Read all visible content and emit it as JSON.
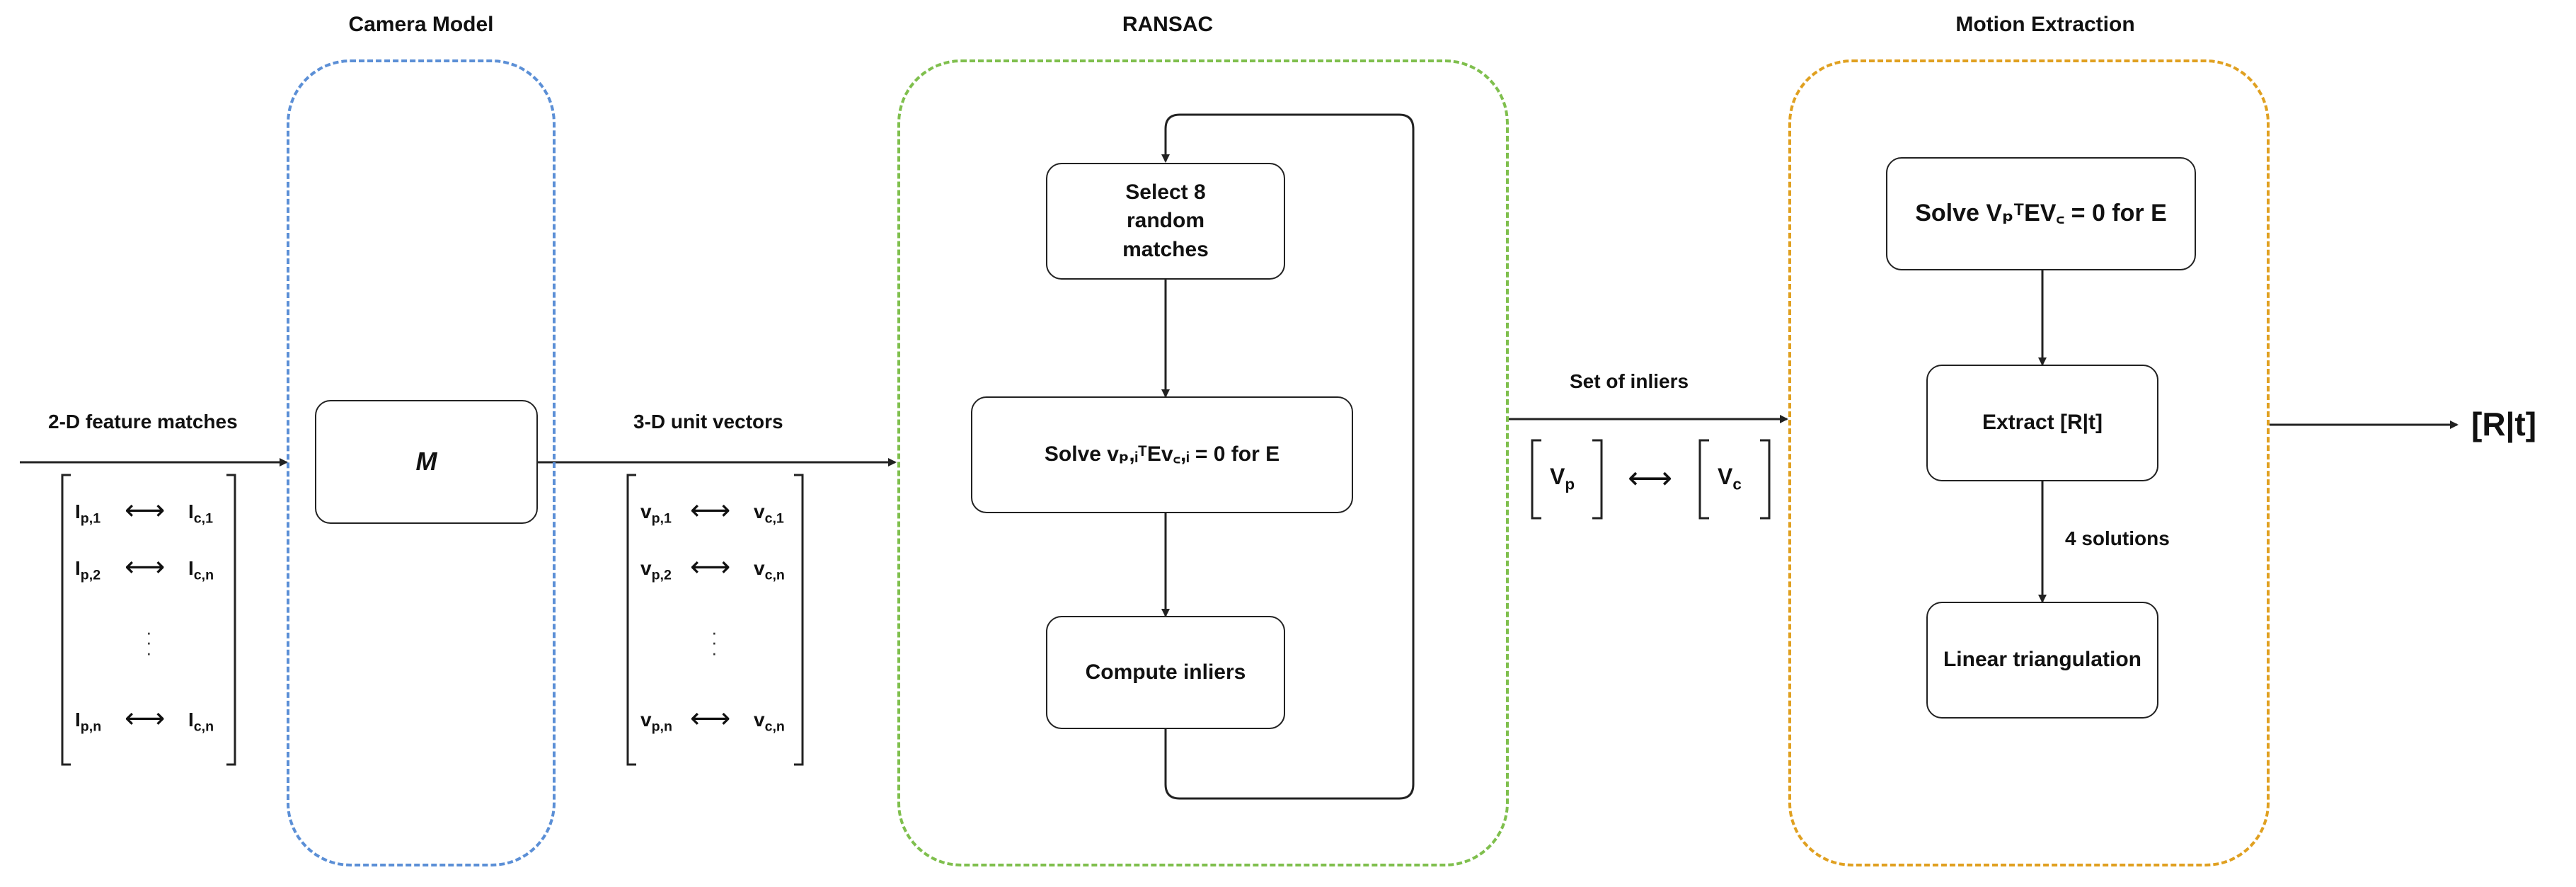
{
  "sections": {
    "camera_model": "Camera Model",
    "ransac": "RANSAC",
    "motion_extraction": "Motion Extraction"
  },
  "edges": {
    "input_label": "2-D feature matches",
    "unit_vectors_label": "3-D unit vectors",
    "inliers_label": "Set of inliers",
    "solutions_label": "4 solutions"
  },
  "camera_box": "M",
  "ransac_boxes": {
    "select": "Select 8 random matches",
    "solve": "Solve vₚ,ᵢᵀEv꜀,ᵢ = 0 for E",
    "compute": "Compute inliers"
  },
  "motion_boxes": {
    "solve": "Solve VₚᵀEV꜀ = 0 for E",
    "extract": "Extract [R|t]",
    "triangulate": "Linear triangulation"
  },
  "output": "[R|t]",
  "input_matrix": {
    "rows": [
      {
        "left": "I",
        "left_sub": "p,1",
        "right": "I",
        "right_sub": "c,1"
      },
      {
        "left": "I",
        "left_sub": "p,2",
        "right": "I",
        "right_sub": "c,n"
      },
      {
        "left": "I",
        "left_sub": "p,n",
        "right": "I",
        "right_sub": "c,n"
      }
    ]
  },
  "vector_matrix": {
    "rows": [
      {
        "left": "v",
        "left_sub": "p,1",
        "right": "v",
        "right_sub": "c,1"
      },
      {
        "left": "v",
        "left_sub": "p,2",
        "right": "v",
        "right_sub": "c,n"
      },
      {
        "left": "v",
        "left_sub": "p,n",
        "right": "v",
        "right_sub": "c,n"
      }
    ]
  },
  "inlier_pair": {
    "left": "V",
    "left_sub": "p",
    "right": "V",
    "right_sub": "c"
  },
  "colors": {
    "camera_border": "#5b8fd6",
    "ransac_border": "#7fbf4d",
    "motion_border": "#e0a020",
    "line": "#222222"
  }
}
